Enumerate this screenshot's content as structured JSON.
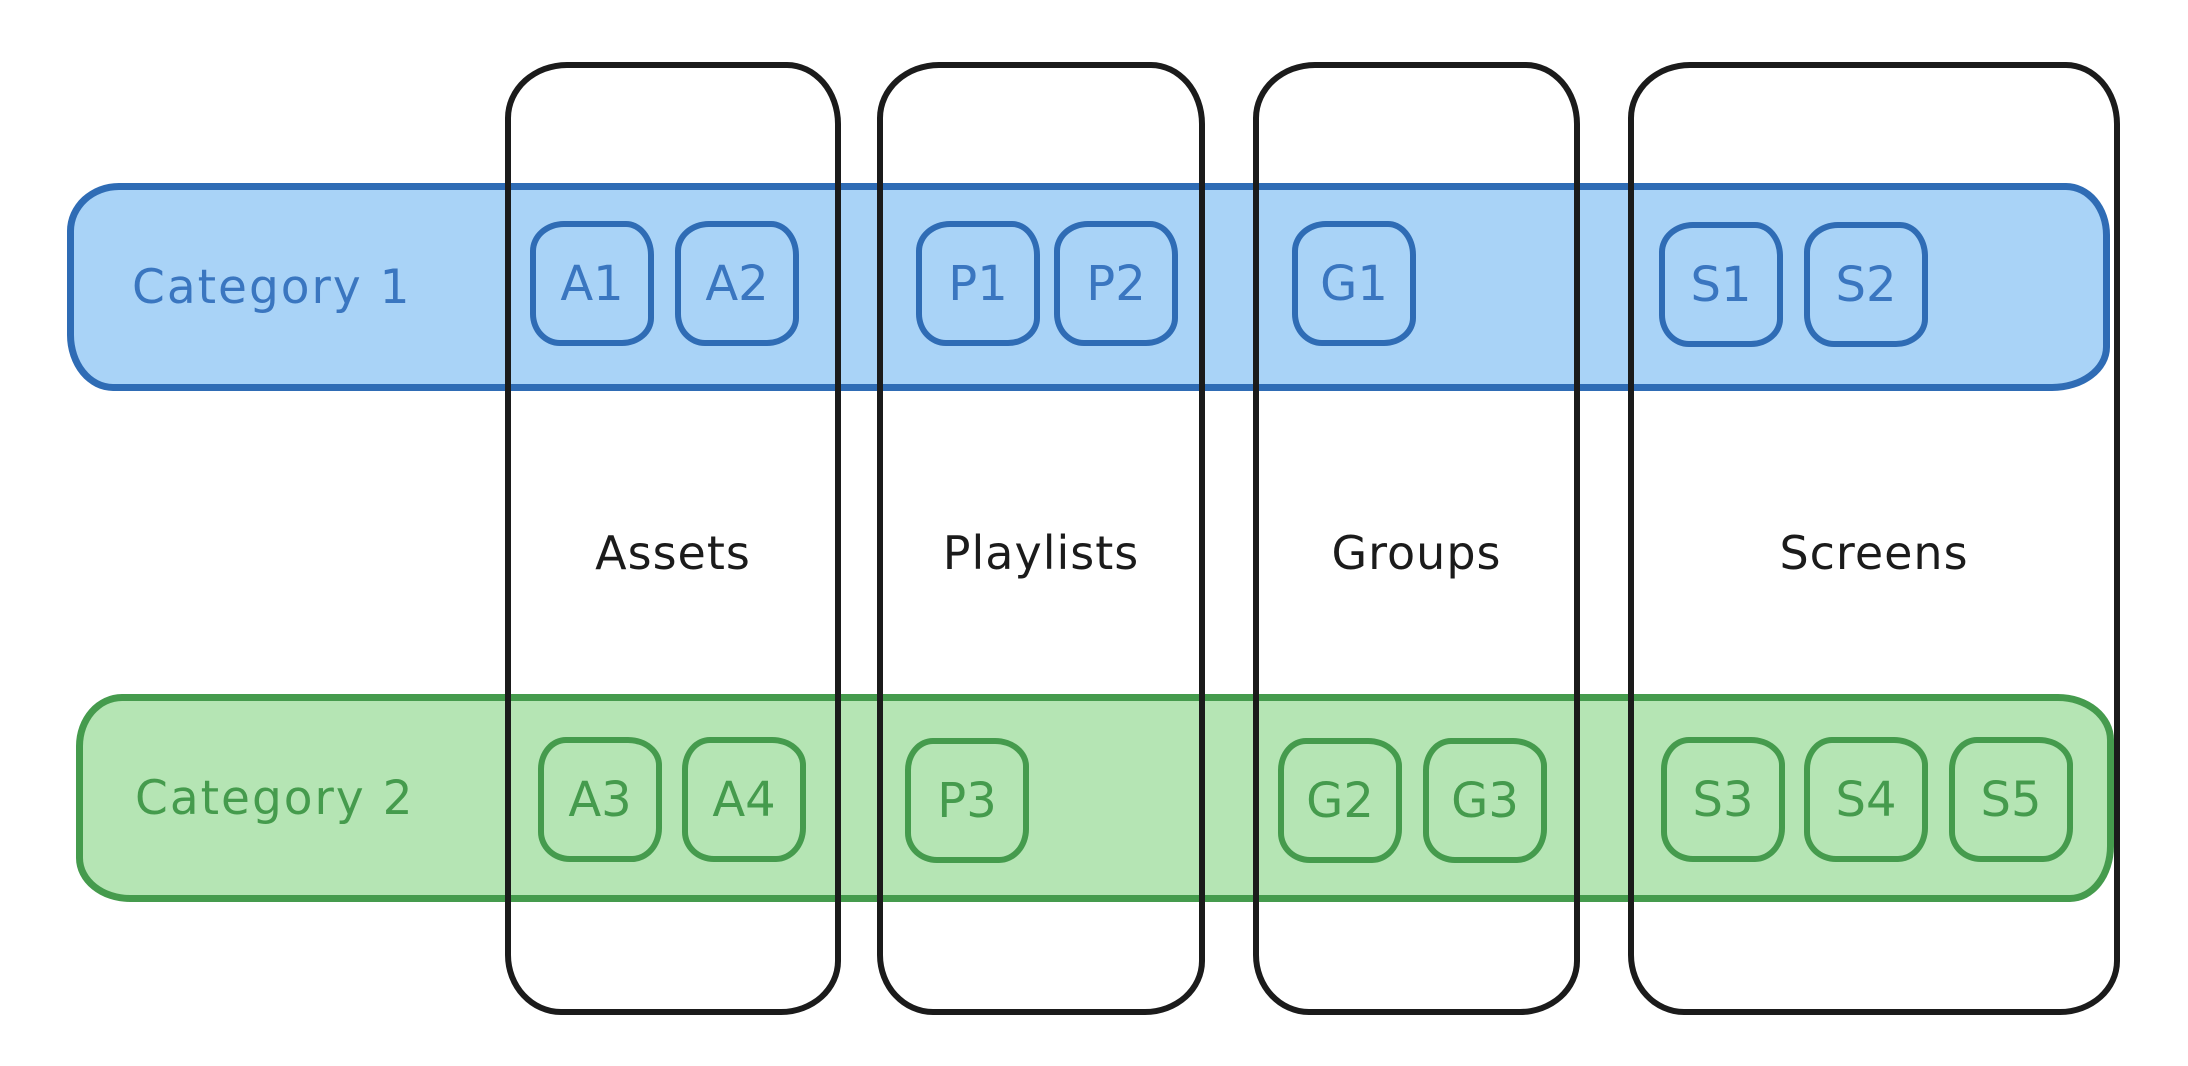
{
  "diagram": {
    "columns": [
      {
        "label": "Assets"
      },
      {
        "label": "Playlists"
      },
      {
        "label": "Groups"
      },
      {
        "label": "Screens"
      }
    ],
    "rows": [
      {
        "label": "Category 1",
        "items": [
          {
            "label": "A1",
            "column": "Assets"
          },
          {
            "label": "A2",
            "column": "Assets"
          },
          {
            "label": "P1",
            "column": "Playlists"
          },
          {
            "label": "P2",
            "column": "Playlists"
          },
          {
            "label": "G1",
            "column": "Groups"
          },
          {
            "label": "S1",
            "column": "Screens"
          },
          {
            "label": "S2",
            "column": "Screens"
          }
        ]
      },
      {
        "label": "Category 2",
        "items": [
          {
            "label": "A3",
            "column": "Assets"
          },
          {
            "label": "A4",
            "column": "Assets"
          },
          {
            "label": "P3",
            "column": "Playlists"
          },
          {
            "label": "G2",
            "column": "Groups"
          },
          {
            "label": "G3",
            "column": "Groups"
          },
          {
            "label": "S3",
            "column": "Screens"
          },
          {
            "label": "S4",
            "column": "Screens"
          },
          {
            "label": "S5",
            "column": "Screens"
          }
        ]
      }
    ]
  },
  "colors": {
    "blue_fill": "#a9d3f7",
    "blue_stroke": "#2f6cb5",
    "blue_text": "#3a76c0",
    "green_fill": "#b5e5b4",
    "green_stroke": "#459b4d",
    "green_text": "#459b4d",
    "outline": "#1b1b1b"
  }
}
